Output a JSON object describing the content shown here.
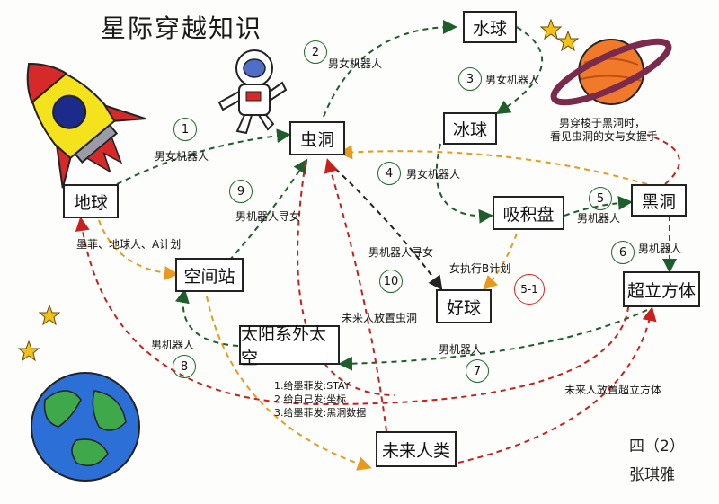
{
  "title": "星际穿越知识",
  "nodes": {
    "earth": "地球",
    "wormhole": "虫洞",
    "water_top": "水球",
    "water_mid": "冰球",
    "accretion": "吸积盘",
    "blackhole": "黑洞",
    "station": "空间站",
    "goodball": "好球",
    "tesseract": "超立方体",
    "outer": "太阳系外太空",
    "future": "未来人类"
  },
  "labels": {
    "e1": "男女机器人",
    "e2": "男女机器人",
    "e3": "男女机器人",
    "e4": "男女机器人",
    "e5": "男机器人",
    "e6": "男机器人",
    "e7": "男机器人",
    "e8": "男机器人",
    "e9": "男机器人寻女",
    "e10": "男机器人寻女",
    "e51": "女执行B计划",
    "earth_station": "墨菲、地球人、A计划",
    "future_wormhole": "未来人放置虫洞",
    "future_tesseract": "未来人放置超立方体",
    "blackhole_note_1": "男穿梭于黑洞时，",
    "blackhole_note_2": "看见虫洞的女与女握手"
  },
  "numbers": {
    "n1": "1",
    "n2": "2",
    "n3": "3",
    "n4": "4",
    "n5": "5",
    "n6": "6",
    "n7": "7",
    "n8": "8",
    "n9": "9",
    "n10": "10",
    "n51": "5-1"
  },
  "tesseract_notes": [
    "1.给墨菲发:STAY",
    "2.给自己发:坐标",
    "3.给墨菲发:黑洞数据"
  ],
  "signature": {
    "class": "四（2）",
    "name": "张琪雅"
  },
  "colors": {
    "green_arrow": "#1f5e2a",
    "red_arrow": "#c8201c",
    "orange_arrow": "#e89a1c",
    "black_arrow": "#222222"
  }
}
